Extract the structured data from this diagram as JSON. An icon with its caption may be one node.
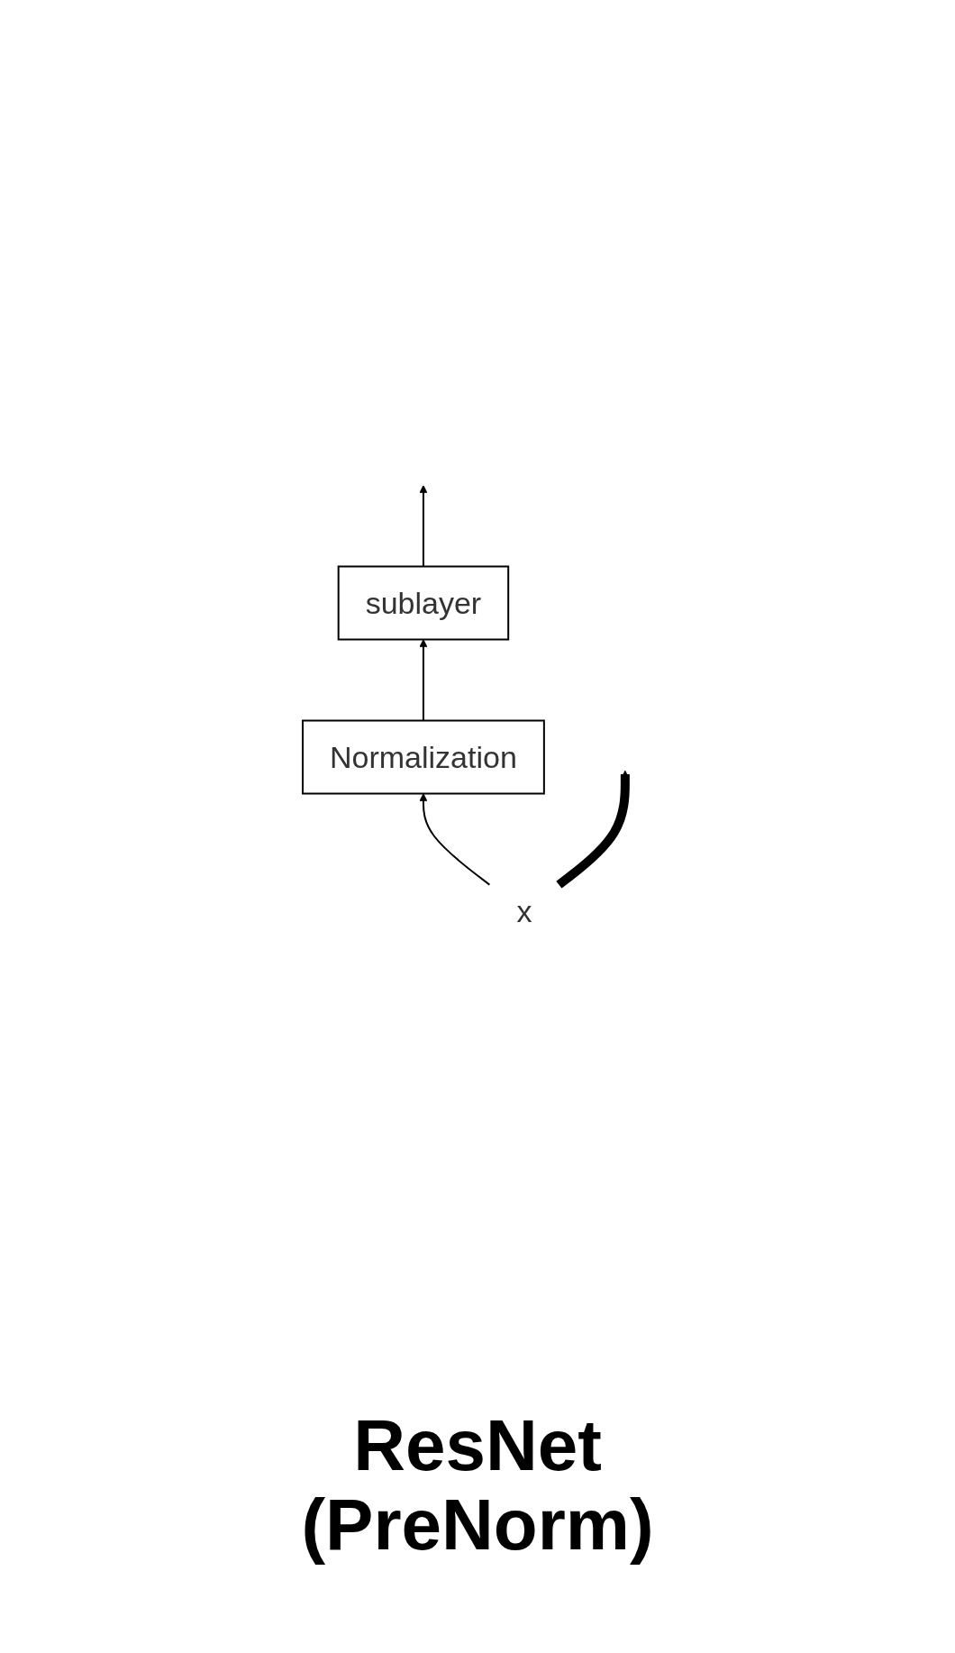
{
  "diagram": {
    "caption": "ResNet (PreNorm)",
    "nodes": [
      {
        "text": [
          "x"
        ]
      },
      {
        "text": [
          "sublayer"
        ]
      },
      {
        "text": [
          "Normalization"
        ]
      }
    ],
    "edges": [
      {
        "from": 0,
        "to": null,
        "arrow": "to",
        "style": "thick"
      },
      {
        "from": 1,
        "to": null,
        "arrow": "to"
      },
      {
        "from": 2,
        "to": 1,
        "arrow": "to"
      },
      {
        "from": 0,
        "to": 2,
        "arrow": "to"
      }
    ]
  }
}
